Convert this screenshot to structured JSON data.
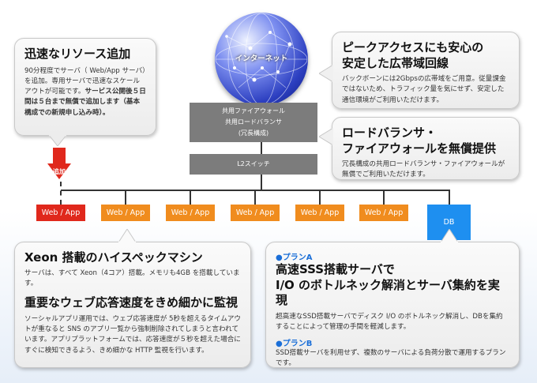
{
  "globe": {
    "label": "インターネット"
  },
  "lb_box": {
    "line1": "共用ファイアウォール",
    "line2": "共用ロードバランサ",
    "line3": "(冗長構成)"
  },
  "switch_box": {
    "label": "L2スイッチ"
  },
  "add_badge": {
    "label": "追加"
  },
  "apps": [
    {
      "label": "Web / App",
      "status": "added"
    },
    {
      "label": "Web / App",
      "status": "normal"
    },
    {
      "label": "Web / App",
      "status": "normal"
    },
    {
      "label": "Web / App",
      "status": "normal"
    },
    {
      "label": "Web / App",
      "status": "normal"
    },
    {
      "label": "Web / App",
      "status": "normal"
    }
  ],
  "db": {
    "label": "DB"
  },
  "callouts": {
    "scale": {
      "title": "迅速なリソース追加",
      "body_1": "90分程度でサーバ（ Web/App サーバ）を追加。専用サーバで迅速なスケールアウトが可能です。",
      "body_2": "サービス公開後５日間は５台まで無償で追加します（基本構成での新規申し込み時）。"
    },
    "bandwidth": {
      "title_1": "ピークアクセスにも安心の",
      "title_2": "安定した広帯域回線",
      "body": "バックボーンには2Gbpsの広帯域をご用意。従量課金ではないため、トラフィック量を気にせず、安定した通信環境がご利用いただけます。"
    },
    "lb": {
      "title_1": "ロードバランサ・",
      "title_2": "ファイアウォールを無償提供",
      "body": "冗長構成の共用ロードバランサ・ファイアウォールが無償でご利用いただけます。"
    },
    "xeon": {
      "title": "Xeon 搭載のハイスペックマシン",
      "body": "サーバは、すべて Xeon（4コア）搭載。メモリも4GB を搭載しています。",
      "title2": "重要なウェブ応答速度をきめ細かに監視",
      "body2": "ソーシャルアプリ運用では、ウェブ応答速度が 5秒を超えるタイムアウトが重なると SNS のアプリ一覧から強制削除されてしまうと言われています。アプリプラットフォームでは、応答速度が５秒を超えた場合にすぐに検知できるよう、きめ細かな HTTP 監視を行います。"
    },
    "ssd": {
      "plan_a": "●プランA",
      "title_1": "高速SSS搭載サーバで",
      "title_2": "I/O のボトルネック解消とサーバ集約を実現",
      "body_a": "超高速なSSD搭載サーバでディスク I/O のボトルネック解消し、DBを集約することによって管理の手間を軽減します。",
      "plan_b": "●プランB",
      "body_b": "SSD搭載サーバを利用せず、複数のサーバによる負荷分散で運用するプランです。"
    }
  }
}
